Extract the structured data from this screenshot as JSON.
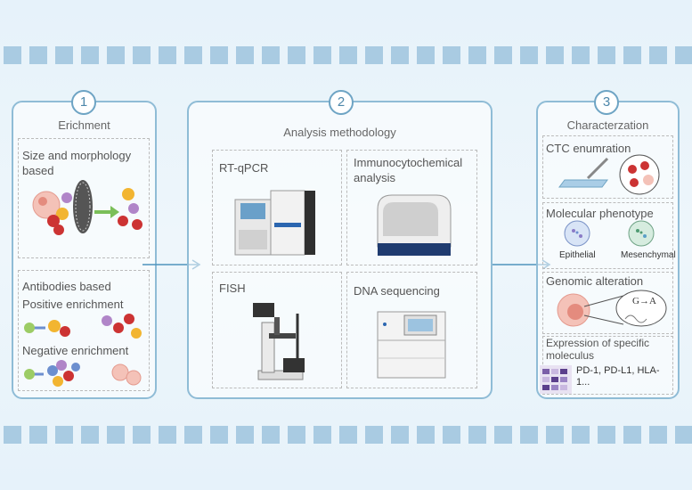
{
  "step1": {
    "number": "1",
    "title": "Erichment",
    "size_method": "Size and morphology based",
    "antibodies_title": "Antibodies based",
    "positive": "Positive enrichment",
    "negative": "Negative enrichment"
  },
  "step2": {
    "number": "2",
    "title": "Analysis methodology",
    "methods": [
      "RT-qPCR",
      "Immunocytochemical analysis",
      "FISH",
      "DNA sequencing"
    ]
  },
  "step3": {
    "number": "3",
    "title": "Characterzation",
    "enumeration": "CTC enumration",
    "phenotype": "Molecular phenotype",
    "epithelial": "Epithelial",
    "mesenchymal": "Mesenchymal",
    "genomic": "Genomic alteration",
    "mutation": "G→A",
    "expression": "Expression of specific moleculus",
    "markers": "PD-1, PD-L1, HLA-1..."
  },
  "colors": {
    "frame": "#8fbcd6",
    "arrow": "#4f93bd",
    "band": "#a9cbe2"
  }
}
